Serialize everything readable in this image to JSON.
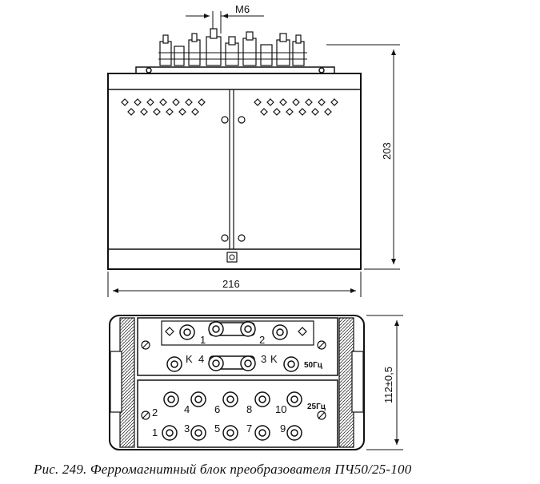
{
  "dimensions": {
    "bolt": "M6",
    "height": "203",
    "width": "216",
    "depth": "112±0,5"
  },
  "terminals": {
    "top_row": [
      "1",
      "2"
    ],
    "middle_row": [
      "4",
      "3"
    ],
    "k_marks": [
      "K",
      "K"
    ],
    "freq_50": "50Гц",
    "freq_25": "25Гц",
    "lower_upper": [
      "2",
      "4",
      "6",
      "8",
      "10"
    ],
    "lower_lower": [
      "1",
      "3",
      "5",
      "7",
      "9"
    ]
  },
  "caption": "Рис. 249. Ферромагнитный блок преобразователя ПЧ50/25-100"
}
